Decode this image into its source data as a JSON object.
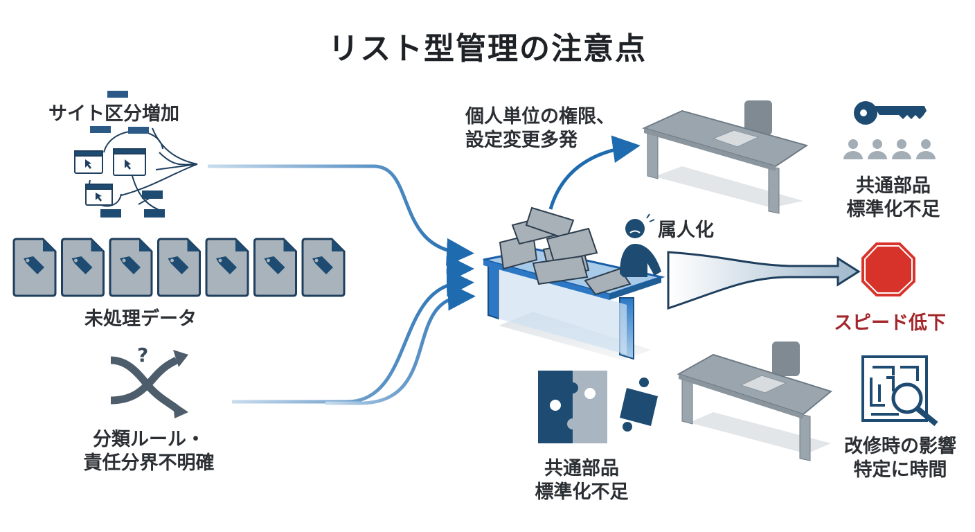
{
  "title": "リスト型管理の注意点",
  "colors": {
    "primary_blue": "#1f5f95",
    "navy": "#1e4b72",
    "gray": "#9aa5ae",
    "alert_red": "#d8332b",
    "alert_text": "#a3262a"
  },
  "inputs": [
    {
      "id": "site-increase",
      "label": "サイト区分増加",
      "icon": "network-windows-icon"
    },
    {
      "id": "unprocessed-data",
      "label": "未処理データ",
      "icon": "tagged-file-icon",
      "file_count": 7
    },
    {
      "id": "unclear-rules",
      "label_lines": [
        "分類ルール・",
        "責任分界不明確"
      ],
      "icon": "crossed-arrows-question-icon"
    }
  ],
  "center": {
    "person_label": "属人化",
    "icon": "overloaded-desk-icon",
    "upper_callout_lines": [
      "個人単位の権限、",
      "設定変更多発"
    ],
    "lower_callout_lines": [
      "共通部品",
      "標準化不足"
    ],
    "lower_icon": "puzzle-pieces-icon"
  },
  "outcomes": [
    {
      "id": "standardization-lacking",
      "label_lines": [
        "共通部品",
        "標準化不足"
      ],
      "icon": "key-and-users-icon"
    },
    {
      "id": "speed-drop",
      "label": "スピード低下",
      "icon": "stop-sign-icon"
    },
    {
      "id": "impact-analysis-time",
      "label_lines": [
        "改修時の影響",
        "特定に時間"
      ],
      "icon": "maze-magnifier-icon"
    }
  ]
}
